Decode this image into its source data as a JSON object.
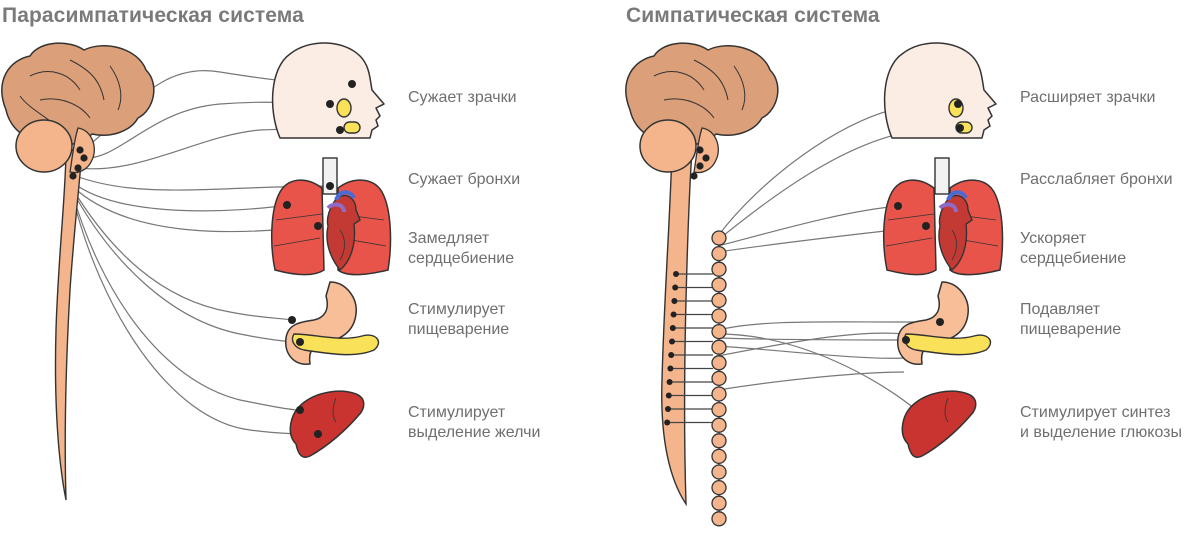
{
  "colors": {
    "brain_main": "#DBA07A",
    "brain_stem": "#F4B48C",
    "spine": "#F4B48C",
    "head": "#FBEDE4",
    "lungs": "#E8544A",
    "heart": "#C33A35",
    "stomach": "#F7BE98",
    "pancreas": "#F9E15A",
    "liver": "#C93430",
    "nerve": "#777777",
    "node": "#222222",
    "text": "#6F6F6F"
  },
  "parasympathetic": {
    "title": "Парасимпатическая система",
    "effects": [
      {
        "lines": [
          "Сужает зрачки"
        ]
      },
      {
        "lines": [
          "Сужает бронхи"
        ]
      },
      {
        "lines": [
          "Замедляет",
          "сердцебиение"
        ]
      },
      {
        "lines": [
          "Стимулирует",
          "пищеварение"
        ]
      },
      {
        "lines": [
          "Стимулирует",
          "выделение желчи"
        ]
      }
    ]
  },
  "sympathetic": {
    "title": "Симпатическая система",
    "effects": [
      {
        "lines": [
          "Расширяет зрачки"
        ]
      },
      {
        "lines": [
          "Расслабляет бронхи"
        ]
      },
      {
        "lines": [
          "Ускоряет",
          "сердцебиение"
        ]
      },
      {
        "lines": [
          "Подавляет",
          "пищеварение"
        ]
      },
      {
        "lines": [
          "Стимулирует синтез",
          "и выделение глюкозы"
        ]
      }
    ]
  }
}
